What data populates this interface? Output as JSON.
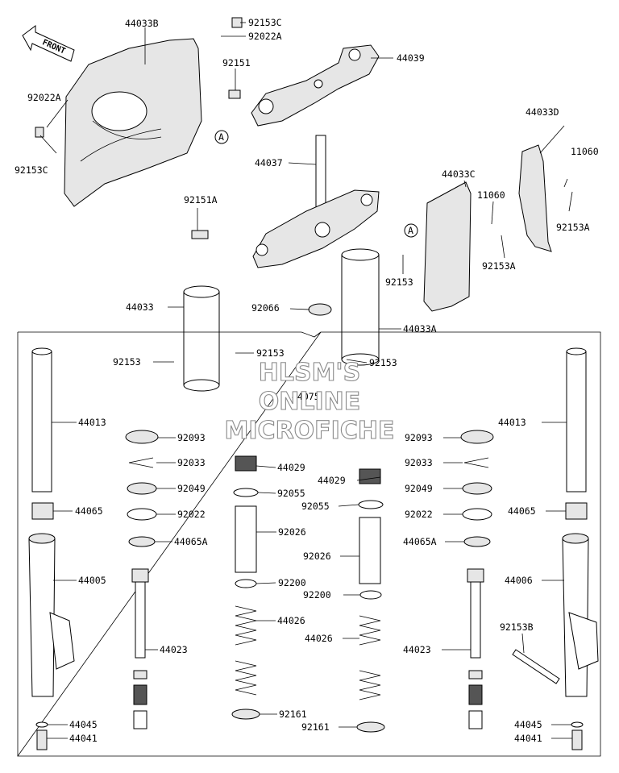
{
  "diagram": {
    "front_label": "FRONT",
    "circle_marker": "A",
    "watermark": [
      "HLSM'S",
      "ONLINE",
      "MICROFICHE"
    ],
    "part_labels": {
      "p44033B": "44033B",
      "p92153C_top": "92153C",
      "p92022A_top": "92022A",
      "p44039": "44039",
      "p92151": "92151",
      "p92022A_left": "92022A",
      "p92153C_left": "92153C",
      "p44033D": "44033D",
      "p11060_right": "11060",
      "p92153A_right": "92153A",
      "p44037": "44037",
      "p44033C": "44033C",
      "p11060_mid": "11060",
      "p92153A_mid": "92153A",
      "p92151A": "92151A",
      "p92153_tube": "92153",
      "p44033": "44033",
      "p92066": "92066",
      "p44033A": "44033A",
      "p92153_l1": "92153",
      "p92153_l2": "92153",
      "p92153_l3": "92153",
      "p44075": "44075",
      "p44013_left": "44013",
      "p44013_right": "44013",
      "p92093_left": "92093",
      "p92093_right": "92093",
      "p92033_left": "92033",
      "p92033_right": "92033",
      "p44029_left": "44029",
      "p44029_right": "44029",
      "p92049_left": "92049",
      "p92049_right": "92049",
      "p92055_left": "92055",
      "p92055_right": "92055",
      "p92022_left": "92022",
      "p92022_right": "92022",
      "p44065_left": "44065",
      "p44065_right": "44065",
      "p92026_left": "92026",
      "p92026_right": "92026",
      "p44065A_left": "44065A",
      "p44065A_right": "44065A",
      "p44005": "44005",
      "p44006": "44006",
      "p92200_left": "92200",
      "p92200_right": "92200",
      "p44026_left": "44026",
      "p44026_right": "44026",
      "p92153B": "92153B",
      "p44023_left": "44023",
      "p44023_right": "44023",
      "p92161_left": "92161",
      "p92161_right": "92161",
      "p44045_left": "44045",
      "p44045_right": "44045",
      "p44041_left": "44041",
      "p44041_right": "44041"
    }
  }
}
